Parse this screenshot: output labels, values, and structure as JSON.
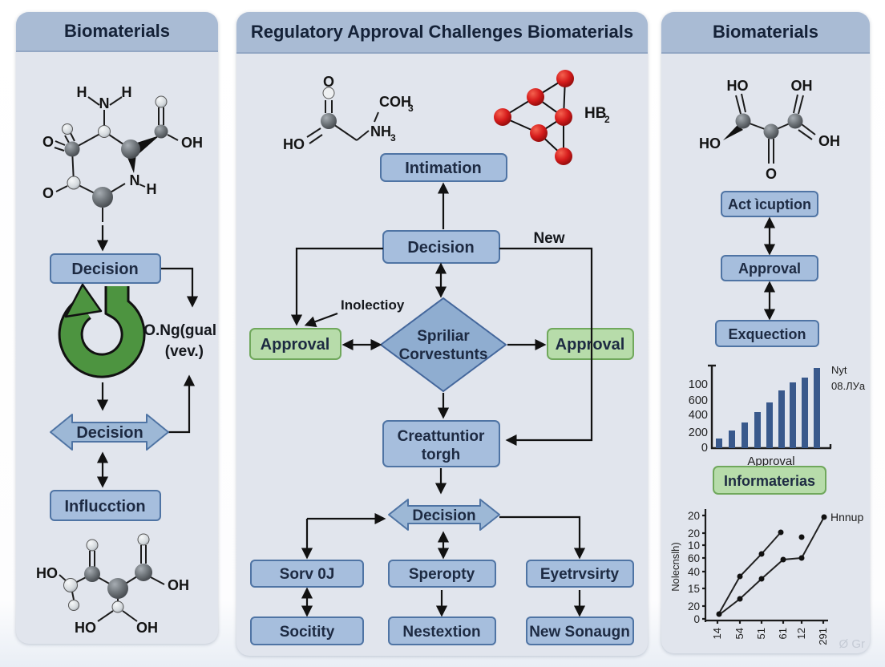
{
  "colors": {
    "header": "#a9bbd4",
    "panel_body": "#e1e5ed",
    "box_fill": "#a6bedd",
    "box_border": "#4f74a4",
    "ribbon_fill": "#9db8d6",
    "diamond_fill": "#8fadd0",
    "green_fill": "#b7dcaa",
    "green_border": "#70a85c",
    "loop_green": "#4d9440",
    "bar_color": "#39598c",
    "red_atom": "#d61c1c",
    "arrow_color": "#111111"
  },
  "left": {
    "title": "Biomaterials",
    "mol_top": {
      "h1": "H",
      "h2": "H",
      "n": "N",
      "o1": "O",
      "o2": "O",
      "oh": "OH",
      "n2": "N",
      "h3": "H"
    },
    "decision1": "Decision",
    "note1": "O.Ng(gual",
    "note2": "(vev.)",
    "decision2": "Decision",
    "influcction": "Influcction",
    "mol_bottom": {
      "ho1": "HO",
      "ohr": "OH",
      "ho2": "HO",
      "oh2": "OH"
    }
  },
  "middle": {
    "title": "Regulatory Approval Challenges Biomaterials",
    "mol_left": {
      "o": "O",
      "ho": "HO",
      "coh": "COH",
      "coh_sub": "3",
      "nh": "NH",
      "nh_sub": "3"
    },
    "cluster_label": "HB",
    "cluster_sub": "2",
    "intimation": "Intimation",
    "decision": "Decision",
    "new_label": "New",
    "inolectioy": "Inolectioy",
    "approval_left": "Approval",
    "diamond_line1": "Spriliar",
    "diamond_line2": "Corvestunts",
    "approval_right": "Approval",
    "creat_line1": "Creattuntior",
    "creat_line2": "torgh",
    "decision_oval": "Decision",
    "row1": [
      "Sorv 0J",
      "Speropty",
      "Eyetrvsirty"
    ],
    "row2": [
      "Socitity",
      "Nestextion",
      "New Sonaugn"
    ]
  },
  "right": {
    "title": "Biomaterials",
    "mol": {
      "ho1": "HO",
      "oh1": "OH",
      "ho2": "HO",
      "oh2": "OH",
      "o": "O"
    },
    "box1": "Act ìcuption",
    "box2": "Approval",
    "box3": "Exquection",
    "bar_chart": {
      "ylabels": [
        "100",
        "600",
        "400",
        "200",
        "0"
      ],
      "xlabel": "Approval",
      "note1": "Nyt",
      "note2": "08.ЛУa"
    },
    "green_box": "Informaterias",
    "line_chart": {
      "ytitle": "Nolecnslh)",
      "ylabels": [
        "20",
        "20",
        "10",
        "60",
        "40",
        "15",
        "20",
        "0"
      ],
      "xlabels": [
        "14",
        "54",
        "51",
        "61",
        "12",
        "291"
      ],
      "legend": "Hnnup"
    },
    "watermark": "Ø Gr"
  },
  "chart_data": [
    {
      "type": "bar",
      "xlabel": "Approval",
      "ylabel": "",
      "ytick_labels_top_to_bottom": [
        "100",
        "600",
        "400",
        "200",
        "0"
      ],
      "values_relative": [
        12,
        22,
        32,
        45,
        57,
        72,
        82,
        88,
        100
      ],
      "bars": 9,
      "annotation": [
        "Nyt",
        "08.ЛУa"
      ],
      "note": "AI-garbled axis; monotonically increasing bars, heights in relative units 0-100"
    },
    {
      "type": "line",
      "ylabel": "Nolecnslh)",
      "ytick_labels_top_to_bottom": [
        "20",
        "20",
        "10",
        "60",
        "40",
        "15",
        "20",
        "0"
      ],
      "xtick_labels": [
        "14",
        "54",
        "51",
        "61",
        "12",
        "291"
      ],
      "legend": [
        "Hnnup"
      ],
      "series": [
        {
          "name": "Hnnup",
          "values_relative": [
            5,
            20,
            41,
            59,
            61,
            100
          ]
        },
        {
          "name": "series-2",
          "values_relative": [
            7,
            42,
            63,
            84
          ]
        }
      ],
      "note": "AI-garbled axes; two crossing rising lines with point markers, values relative 0-100"
    }
  ]
}
